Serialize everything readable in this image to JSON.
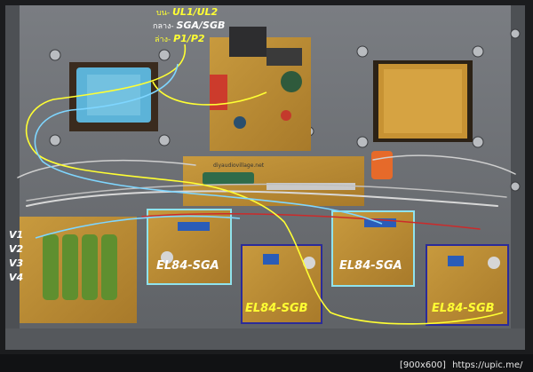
{
  "annotations": {
    "legend": [
      {
        "prefix": "บน-",
        "text": "UL1/UL2",
        "color": "#ffff33"
      },
      {
        "prefix": "กลาง-",
        "text": "SGA/SGB",
        "color": "#ffffff"
      },
      {
        "prefix": "ล่าง-",
        "text": "P1/P2",
        "color": "#ffff33"
      }
    ],
    "inputs": [
      "V1",
      "V2",
      "V3",
      "V4"
    ],
    "boards": [
      "EL84-SGA",
      "EL84-SGB",
      "EL84-SGA",
      "EL84-SGB"
    ],
    "pcb_text": "diyaudiovillage.net"
  },
  "footer": {
    "dimensions": "[900x600]",
    "source": "https://upic.me/"
  },
  "colors": {
    "chassis": "#6f7276",
    "wire_yellow": "#ffff33",
    "wire_blue": "#7fd6ff",
    "box_cyan": "#8fe3ee",
    "box_navy": "#2b2b99"
  }
}
